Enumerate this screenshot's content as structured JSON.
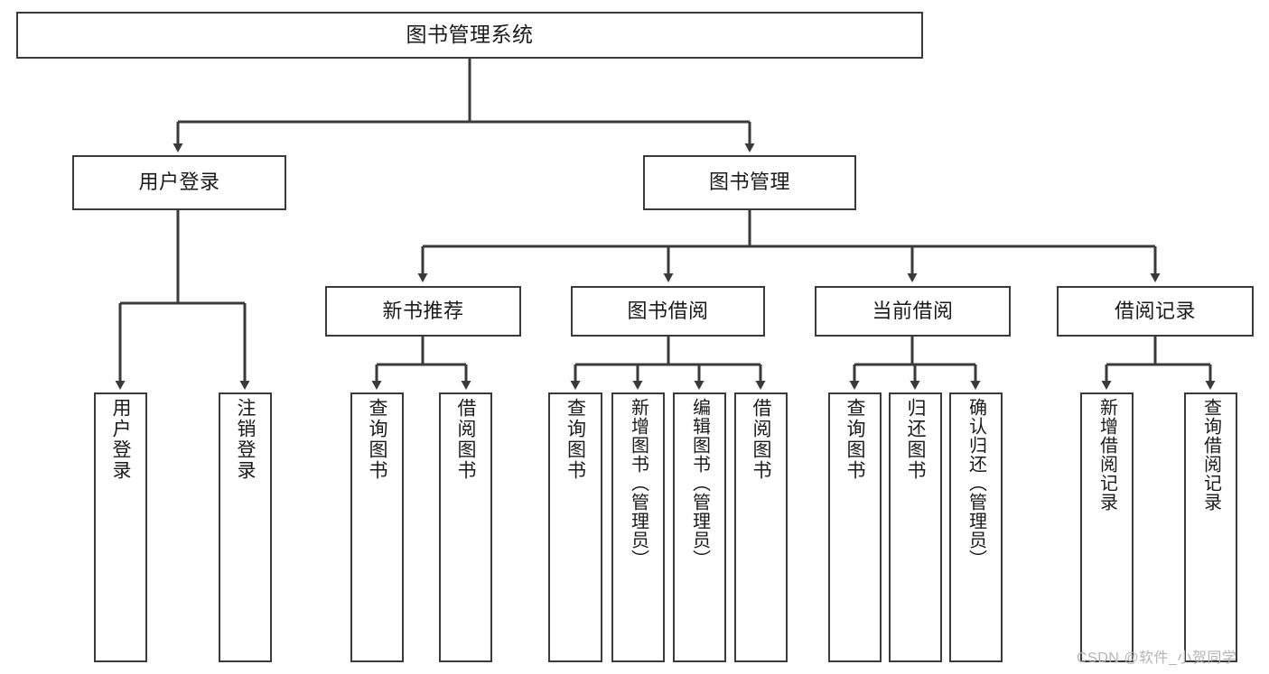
{
  "diagram": {
    "title": "图书管理系统",
    "type": "tree-hierarchy-functional-decomposition",
    "stroke_color": "#3a3a3a",
    "fill_color": "#ffffff",
    "text_color": "#1a1a1a",
    "levels": {
      "root": {
        "label": "图书管理系统"
      },
      "level1": [
        {
          "label": "用户登录"
        },
        {
          "label": "图书管理"
        }
      ],
      "level2": [
        {
          "label": "新书推荐"
        },
        {
          "label": "图书借阅"
        },
        {
          "label": "当前借阅"
        },
        {
          "label": "借阅记录"
        }
      ],
      "leaves": {
        "user_login": [
          {
            "label": "用户登录"
          },
          {
            "label": "注销登录"
          }
        ],
        "new_book_recommend": [
          {
            "label": "查询图书"
          },
          {
            "label": "借阅图书"
          }
        ],
        "book_borrow": [
          {
            "label": "查询图书"
          },
          {
            "label": "新增图书（管理员）"
          },
          {
            "label": "编辑图书（管理员）"
          },
          {
            "label": "借阅图书"
          }
        ],
        "current_borrow": [
          {
            "label": "查询图书"
          },
          {
            "label": "归还图书"
          },
          {
            "label": "确认归还（管理员）"
          }
        ],
        "borrow_record": [
          {
            "label": "新增借阅记录"
          },
          {
            "label": "查询借阅记录"
          }
        ]
      }
    }
  },
  "watermark": {
    "text": "CSDN @软件_小贺同学"
  }
}
